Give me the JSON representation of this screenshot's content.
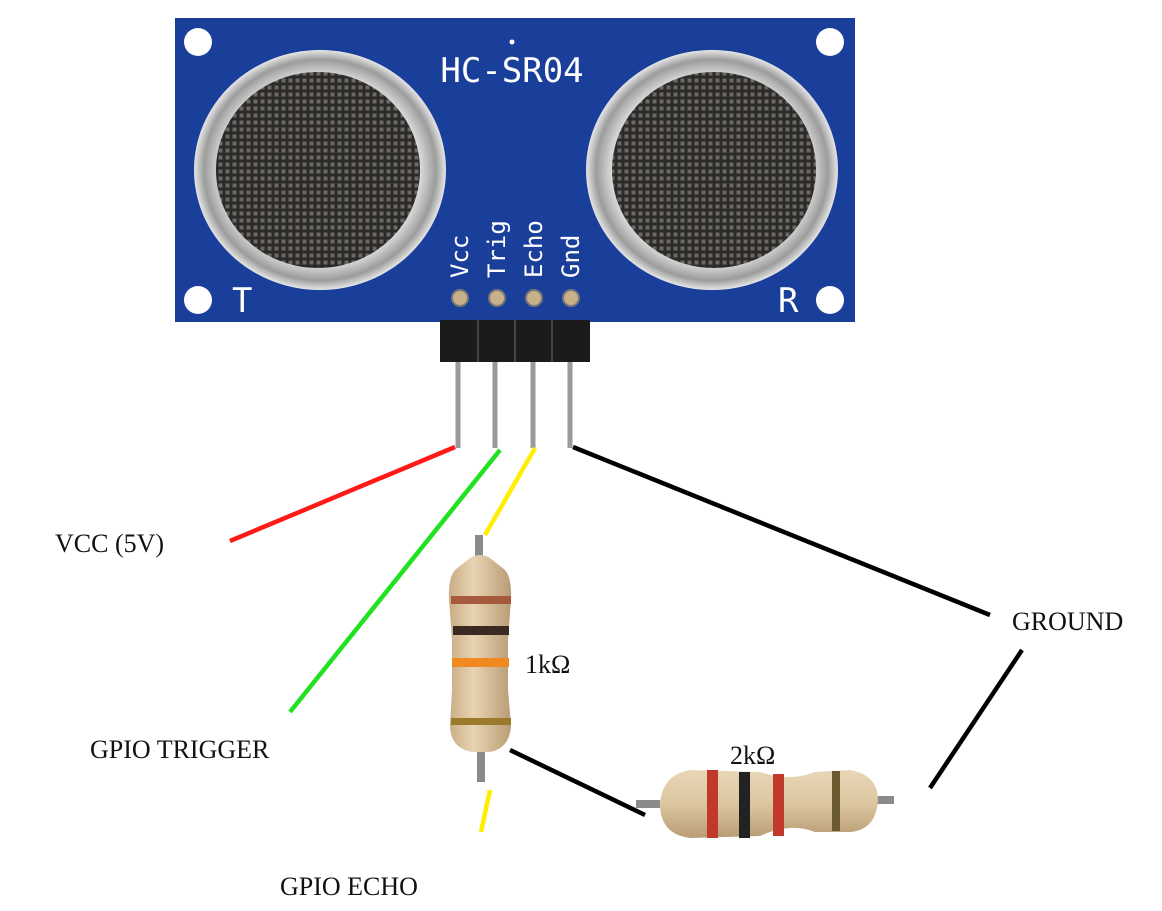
{
  "module": {
    "name": "HC-SR04",
    "transmitter_mark": "T",
    "receiver_mark": "R",
    "pins": [
      "Vcc",
      "Trig",
      "Echo",
      "Gnd"
    ]
  },
  "labels": {
    "vcc": "VCC (5V)",
    "trigger": "GPIO TRIGGER",
    "echo": "GPIO ECHO",
    "ground": "GROUND",
    "r1": "1kΩ",
    "r2": "2kΩ"
  },
  "colors": {
    "pcb": "#1a3f9a",
    "vcc_wire": "#ff1a1a",
    "trigger_wire": "#22e022",
    "echo_wire": "#ffee00",
    "ground_wire": "#000000"
  }
}
